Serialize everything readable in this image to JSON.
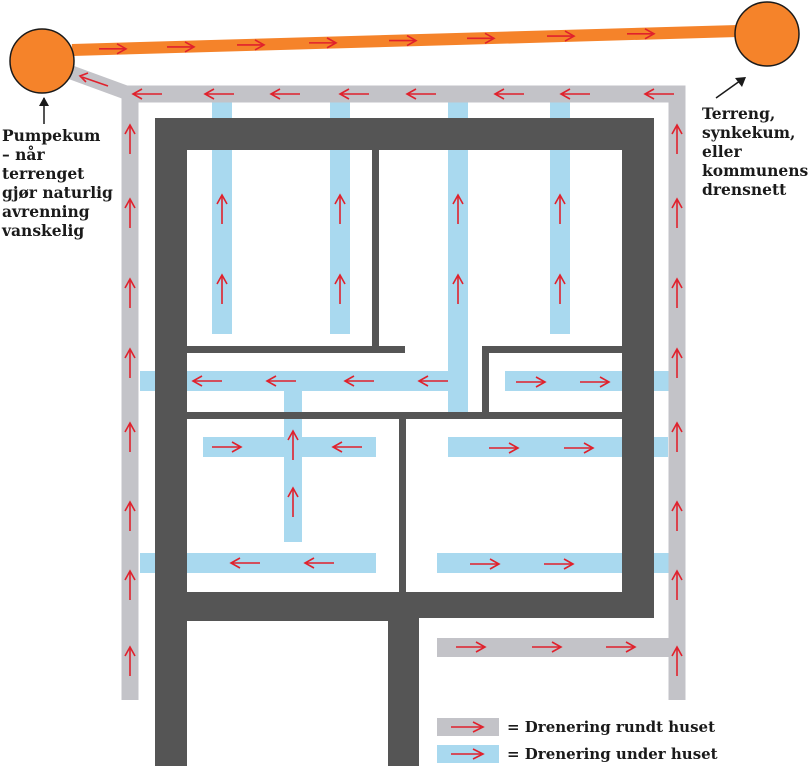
{
  "colors": {
    "wall": "#555555",
    "pipe_around": "#c3c3c8",
    "pipe_under": "#a9d9ef",
    "pipe_outlet": "#f5832a",
    "arrow": "#e0212c",
    "manhole_fill": "#f5832a",
    "manhole_stroke": "#1a1a1a"
  },
  "labels": {
    "left": [
      "Pumpekum",
      "– når",
      "terrenget",
      "gjør naturlig",
      "avrenning",
      "vanskelig"
    ],
    "right": [
      "Terreng,",
      "synkekum,",
      "eller",
      "kommunens",
      "drensnett"
    ]
  },
  "legend": [
    {
      "kind": "around",
      "text": "= Drenering rundt huset",
      "swatch_icon": "red-arrow-icon"
    },
    {
      "kind": "under",
      "text": "= Drenering under huset",
      "swatch_icon": "red-arrow-icon"
    }
  ]
}
